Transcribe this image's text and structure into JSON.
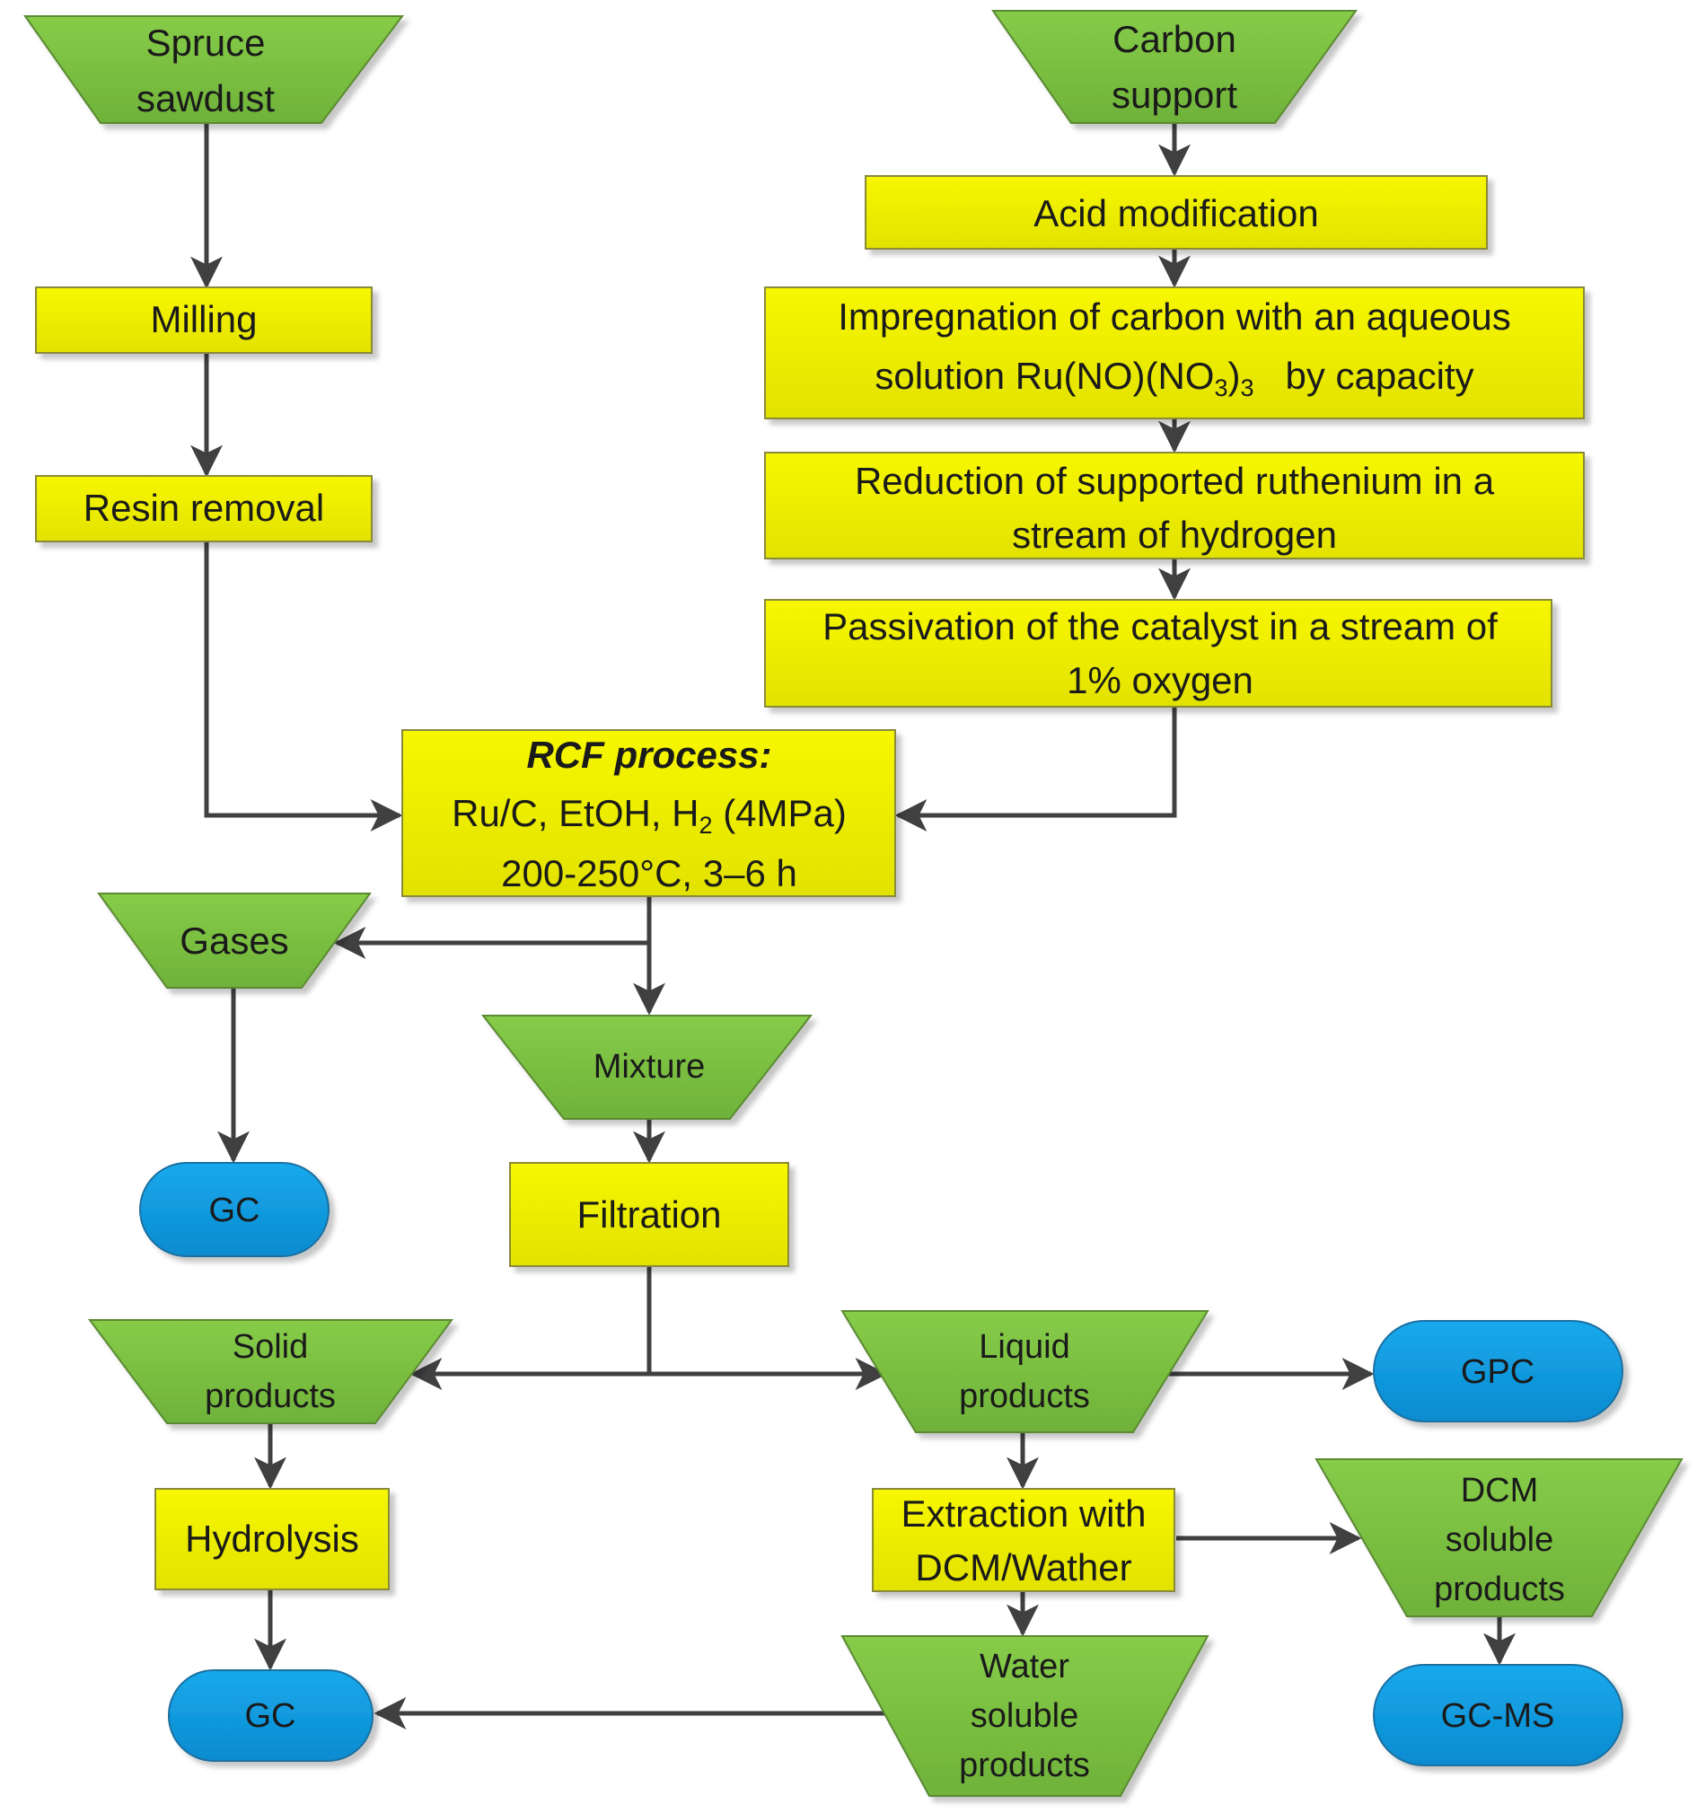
{
  "inputs": {
    "spruce_sawdust": [
      "Spruce",
      "sawdust"
    ],
    "carbon_support": [
      "Carbon",
      "support"
    ]
  },
  "steps": {
    "milling": "Milling",
    "resin_removal": "Resin removal",
    "acid_modification": "Acid modification",
    "impregnation": {
      "line1": "Impregnation of carbon with an aqueous",
      "line2_pre": "solution Ru(NO)(NO",
      "line2_sub1": "3",
      "line2_mid": ")",
      "line2_sub2": "3",
      "line2_post": "   by capacity"
    },
    "reduction": [
      "Reduction of supported ruthenium in a",
      "stream of hydrogen"
    ],
    "passivation": [
      "Passivation of the catalyst in a stream of",
      "1% oxygen"
    ],
    "rcf": {
      "title": "RCF process:",
      "line2_pre": "Ru/C, EtOH, H",
      "line2_sub": "2",
      "line2_post": " (4MPa)",
      "line3": "200-250°C, 3–6 h"
    },
    "filtration": "Filtration",
    "hydrolysis": "Hydrolysis",
    "extraction": [
      "Extraction with",
      "DCM/Wather"
    ]
  },
  "products": {
    "gases": "Gases",
    "mixture": "Mixture",
    "solid": [
      "Solid",
      "products"
    ],
    "liquid": [
      "Liquid",
      "products"
    ],
    "dcm_soluble": [
      "DCM",
      "soluble",
      "products"
    ],
    "water_soluble": [
      "Water",
      "soluble",
      "products"
    ]
  },
  "analyses": {
    "gc_gases": "GC",
    "gpc": "GPC",
    "gc_hydrolysis": "GC",
    "gcms": "GC-MS"
  },
  "colors": {
    "process_box": "#f2f200",
    "io_shape": "#7dc242",
    "analysis": "#0f9be0",
    "connector": "#404040"
  }
}
